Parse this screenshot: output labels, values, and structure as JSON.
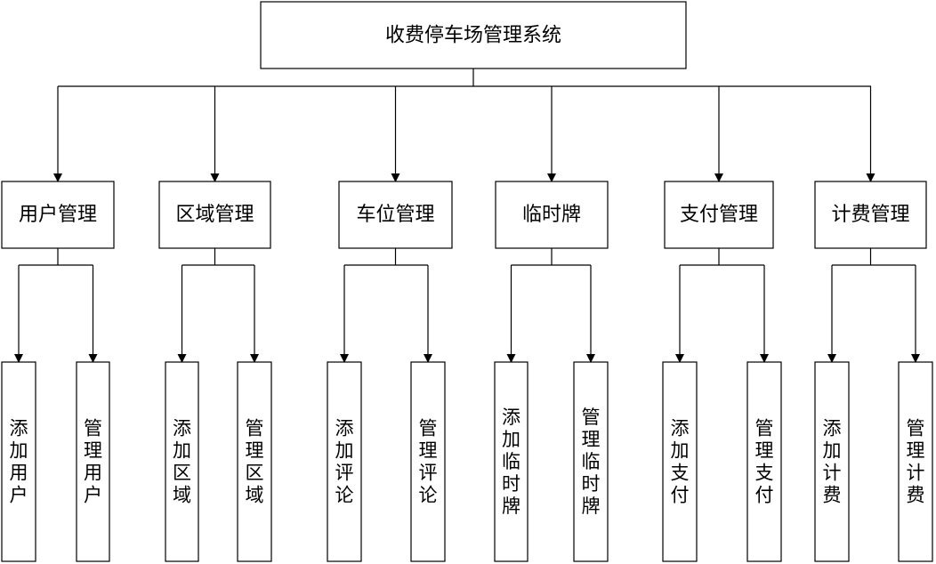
{
  "diagram": {
    "root": "收费停车场管理系统",
    "modules": [
      {
        "label": "用户管理",
        "children": [
          "添加用户",
          "管理用户"
        ]
      },
      {
        "label": "区域管理",
        "children": [
          "添加区域",
          "管理区域"
        ]
      },
      {
        "label": "车位管理",
        "children": [
          "添加评论",
          "管理评论"
        ]
      },
      {
        "label": "临时牌",
        "children": [
          "添加临时牌",
          "管理临时牌"
        ]
      },
      {
        "label": "支付管理",
        "children": [
          "添加支付",
          "管理支付"
        ]
      },
      {
        "label": "计费管理",
        "children": [
          "添加计费",
          "管理计费"
        ]
      }
    ]
  }
}
